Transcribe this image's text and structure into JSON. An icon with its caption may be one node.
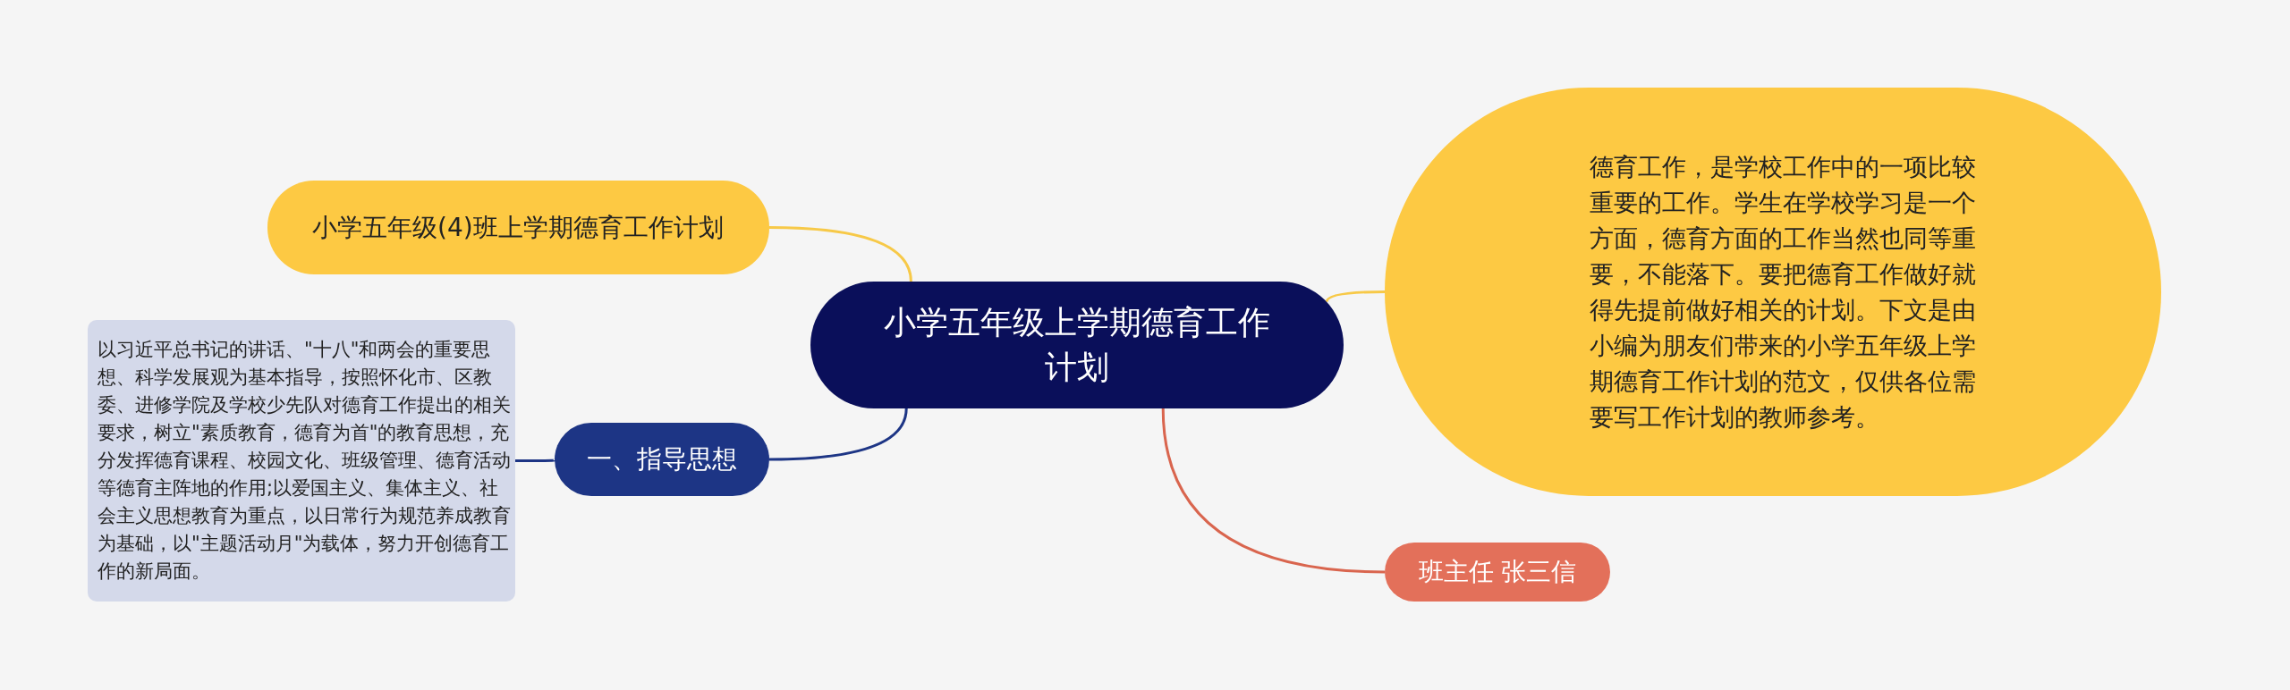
{
  "diagram": {
    "nodes": [
      {
        "text": [
          "小学五年级上学期德育工作计划"
        ]
      },
      {
        "text": [
          "小学五年级(4)班上学期德育工作计划"
        ]
      },
      {
        "text": [
          "德育工作，是学校工作中的一项比较重要的工作。学生在学校学习是一个方面，德育方面的工作当然也同等重要，不能落下。要把德育工作做好就得先提前做好相关的计划。下文是由小编为朋友们带来的小学五年级上学期德育工作计划的范文，仅供各位需要写工作计划的教师参考。"
        ]
      },
      {
        "text": [
          "一、指导思想"
        ]
      },
      {
        "text": [
          "以习近平总书记的讲话、\"十八\"和两会的重要思想、科学发展观为基本指导，按照怀化市、区教委、进修学院及学校少先队对德育工作提出的相关要求，树立\"素质教育，德育为首\"的教育思想，充分发挥德育课程、校园文化、班级管理、德育活动等德育主阵地的作用;以爱国主义、集体主义、社会主义思想教育为重点，以日常行为规范养成教育为基础，以\"主题活动月\"为载体，努力开创德育工作的新局面。"
        ]
      },
      {
        "text": [
          "班主任 张三信"
        ]
      }
    ],
    "edges": [
      {
        "from": 0,
        "to": 1,
        "arrow": "none",
        "color": "#f7c948"
      },
      {
        "from": 0,
        "to": 2,
        "arrow": "none",
        "color": "#f7c948"
      },
      {
        "from": 0,
        "to": 3,
        "arrow": "none",
        "color": "#1d3585"
      },
      {
        "from": 3,
        "to": 4,
        "arrow": "none",
        "color": "#1d3585"
      },
      {
        "from": 0,
        "to": 5,
        "arrow": "none",
        "color": "#d9654e"
      }
    ]
  }
}
